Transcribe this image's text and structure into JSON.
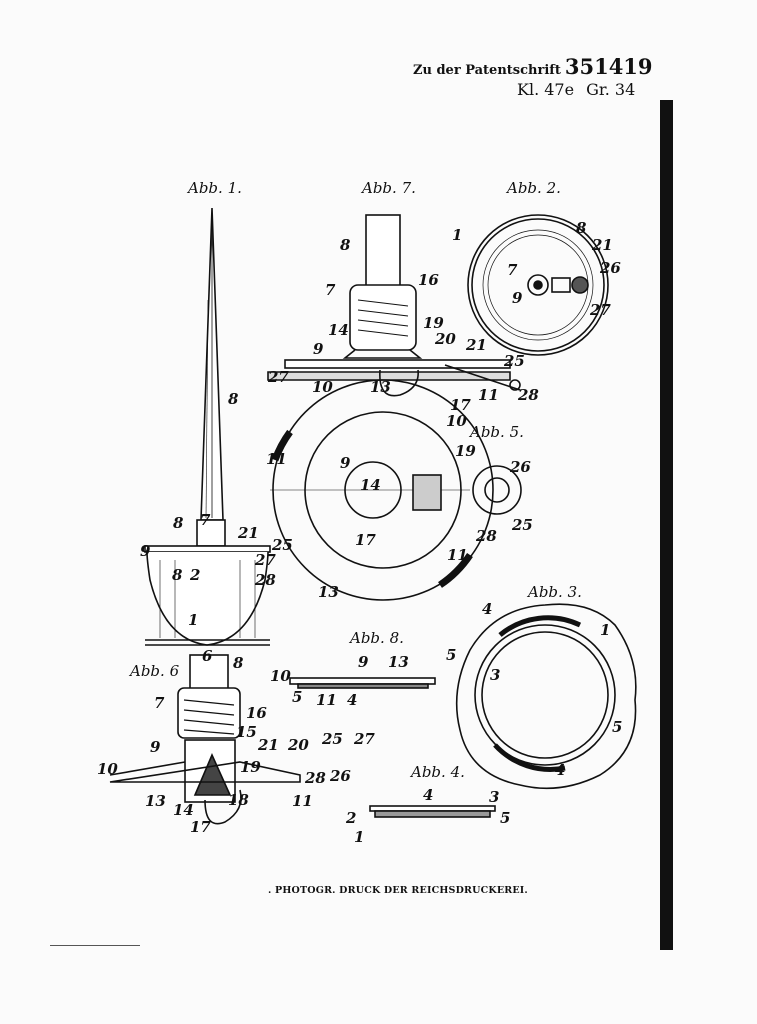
{
  "header": {
    "prefix": "Zu der Patentschrift",
    "patent_number": "351419",
    "class": "Kl. 47e",
    "group": "Gr. 34"
  },
  "footer": ". PHOTOGR. DRUCK DER REICHSDRUCKEREI.",
  "figures": {
    "abb1": {
      "title": "Abb. 1.",
      "labels": [
        "8",
        "8",
        "7",
        "21",
        "9",
        "25",
        "27",
        "28",
        "8",
        "2",
        "1"
      ]
    },
    "abb7": {
      "title": "Abb. 7.",
      "labels": [
        "8",
        "7",
        "16",
        "14",
        "19",
        "20",
        "21",
        "9",
        "25",
        "27",
        "10",
        "13",
        "17",
        "11",
        "28",
        "26"
      ]
    },
    "abb2": {
      "title": "Abb. 2.",
      "labels": [
        "1",
        "8",
        "21",
        "7",
        "26",
        "9",
        "27"
      ]
    },
    "abb5": {
      "title": "Abb. 5.",
      "labels": [
        "10",
        "11",
        "9",
        "19",
        "26",
        "14",
        "17",
        "25",
        "28",
        "11",
        "13"
      ]
    },
    "abb8": {
      "title": "Abb. 8.",
      "labels": [
        "9",
        "13",
        "10",
        "5",
        "11",
        "4"
      ]
    },
    "abb3": {
      "title": "Abb. 3.",
      "labels": [
        "4",
        "5",
        "1",
        "3",
        "5",
        "4"
      ]
    },
    "abb6": {
      "title": "Abb. 6",
      "labels": [
        "6",
        "8",
        "7",
        "16",
        "15",
        "21",
        "20",
        "25",
        "27",
        "19",
        "10",
        "9",
        "28",
        "26",
        "13",
        "14",
        "17",
        "18",
        "11"
      ]
    },
    "abb4": {
      "title": "Abb. 4.",
      "labels": [
        "4",
        "3",
        "2",
        "5",
        "1"
      ]
    }
  }
}
